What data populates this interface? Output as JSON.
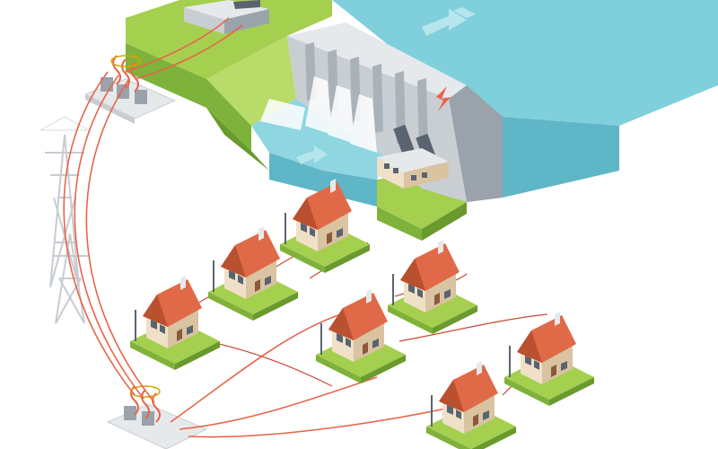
{
  "image": {
    "alt_empty": ""
  },
  "palette": {
    "grass_top": "#a5cf4f",
    "grass_side": "#7fb23a",
    "soil_front": "#cfe6a0",
    "water_top": "#7fd0dc",
    "water_front": "#5fb6c7",
    "water_side": "#a9e1ea",
    "concrete_light": "#e6e9ec",
    "concrete_mid": "#c9ced3",
    "concrete_dark": "#9aa3ab",
    "roof": "#e06a47",
    "roof_dark": "#b9502f",
    "wall": "#efe0c7",
    "wall_shade": "#d9c3a1",
    "wire": "#e8644a",
    "pylon": "#c7ccd1"
  },
  "houses": [
    {
      "id": "house-1"
    },
    {
      "id": "house-2"
    },
    {
      "id": "house-3"
    },
    {
      "id": "house-4"
    },
    {
      "id": "house-5"
    },
    {
      "id": "house-6"
    },
    {
      "id": "house-7"
    }
  ],
  "structures": {
    "dam": "hydroelectric-dam",
    "powerhouse": "powerhouse",
    "substation_top": "step-up-transformer",
    "substation_bottom": "step-down-transformer",
    "tower_top": "transmission-tower",
    "tower_bottom": "transmission-tower"
  }
}
